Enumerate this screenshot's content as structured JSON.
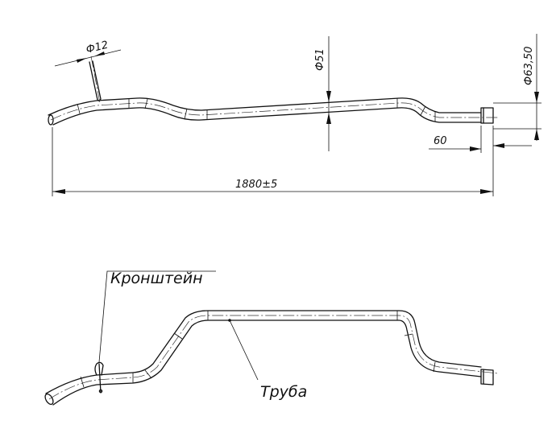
{
  "top_view": {
    "dim_bracket_diameter": "Ф12",
    "dim_pipe_diameter": "Ф51",
    "dim_end_diameter": "Ф63,50",
    "dim_end_length": "60",
    "dim_total_length": "1880±5"
  },
  "side_view": {
    "label_bracket": "Кронштейн",
    "label_pipe": "Труба"
  }
}
